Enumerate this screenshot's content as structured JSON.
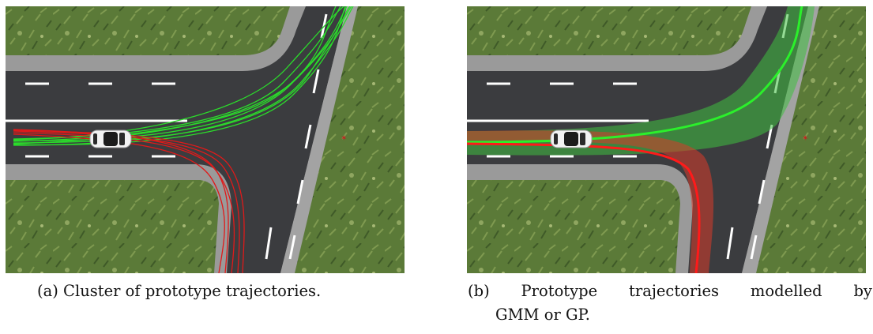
{
  "figure": {
    "panels": [
      {
        "label": "(a)",
        "caption": "Cluster of prototype trajectories."
      },
      {
        "label": "(b)",
        "caption_words_line1": [
          "Prototype",
          "trajectories",
          "modelled",
          "by"
        ],
        "caption_line2": "GMM or GP."
      }
    ]
  },
  "colors": {
    "grass": "#5d7d3a",
    "road": "#3b3c3f",
    "sidewalk": "#9a9a9a",
    "lane_marking": "#ffffff",
    "trajectory_straight": "#2bdc2b",
    "trajectory_turn": "#e01a1a",
    "gp_band_straight": "#3fbf3f",
    "gp_band_turn": "#d83a2a"
  },
  "icons": [
    "car-icon",
    "pedestrian-marker-icon"
  ]
}
